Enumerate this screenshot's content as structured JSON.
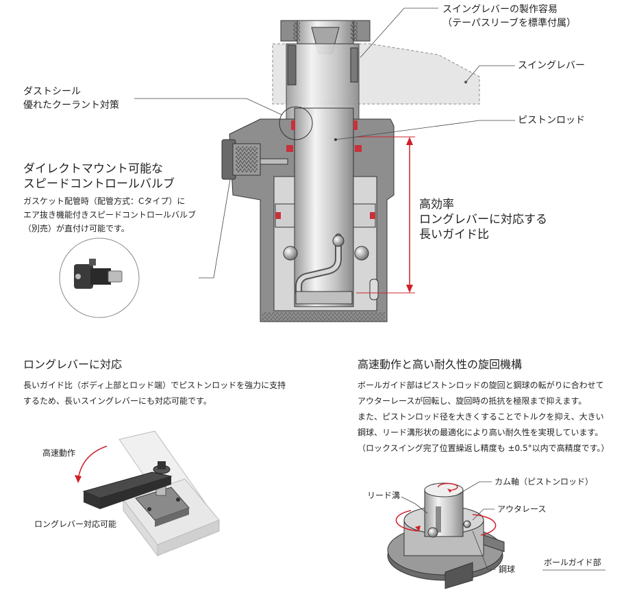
{
  "callouts": {
    "taper_sleeve": [
      "スイングレバーの製作容易",
      "（テーパスリーブを標準付属）"
    ],
    "swing_lever": "スイングレバー",
    "piston_rod": "ピストンロッド",
    "dust_seal": [
      "ダストシール",
      "優れたクーラント対策"
    ],
    "efficiency": [
      "高効率",
      "ロングレバーに対応する",
      "長いガイド比"
    ],
    "speed_valve": {
      "title": [
        "ダイレクトマウント可能な",
        "スピードコントロールバルブ"
      ],
      "desc": [
        "ガスケット配管時（配管方式：Cタイプ）に",
        "エア抜き機能付きスピードコントロールバルブ",
        "（別売）が直付け可能です。"
      ]
    }
  },
  "section_left": {
    "heading": "ロングレバーに対応",
    "body": [
      "長いガイド比（ボディ上部とロッド端）でピストンロッドを強力に支持",
      "するため、長いスイングレバーにも対応可能です。"
    ],
    "label_speed": "高速動作",
    "label_lever": "ロングレバー対応可能"
  },
  "section_right": {
    "heading": "高速動作と高い耐久性の旋回機構",
    "body": [
      "ボールガイド部はピストンロッドの旋回と鋼球の転がりに合わせて",
      "アウターレースが回転し、旋回時の抵抗を極限まで抑えます。",
      "また、ピストンロッド径を大きくすることでトルクを抑え、大きい",
      "鋼球、リード溝形状の最適化により高い耐久性を実現しています。",
      "（ロックスイング完了位置繰返し精度も ±0.5°以内で高精度です。）"
    ],
    "label_lead": "リード溝",
    "label_cam": "カム軸（ピストンロッド）",
    "label_outer": "アウタレース",
    "label_ball": "鋼球",
    "label_ballguide": "ボールガイド部"
  },
  "colors": {
    "accent_red": "#d0202a",
    "seal_red": "#c8303a",
    "body_gray": "#8c8c8c",
    "dark_gray": "#5a5a5a",
    "light_gray": "#c8c8c8"
  }
}
